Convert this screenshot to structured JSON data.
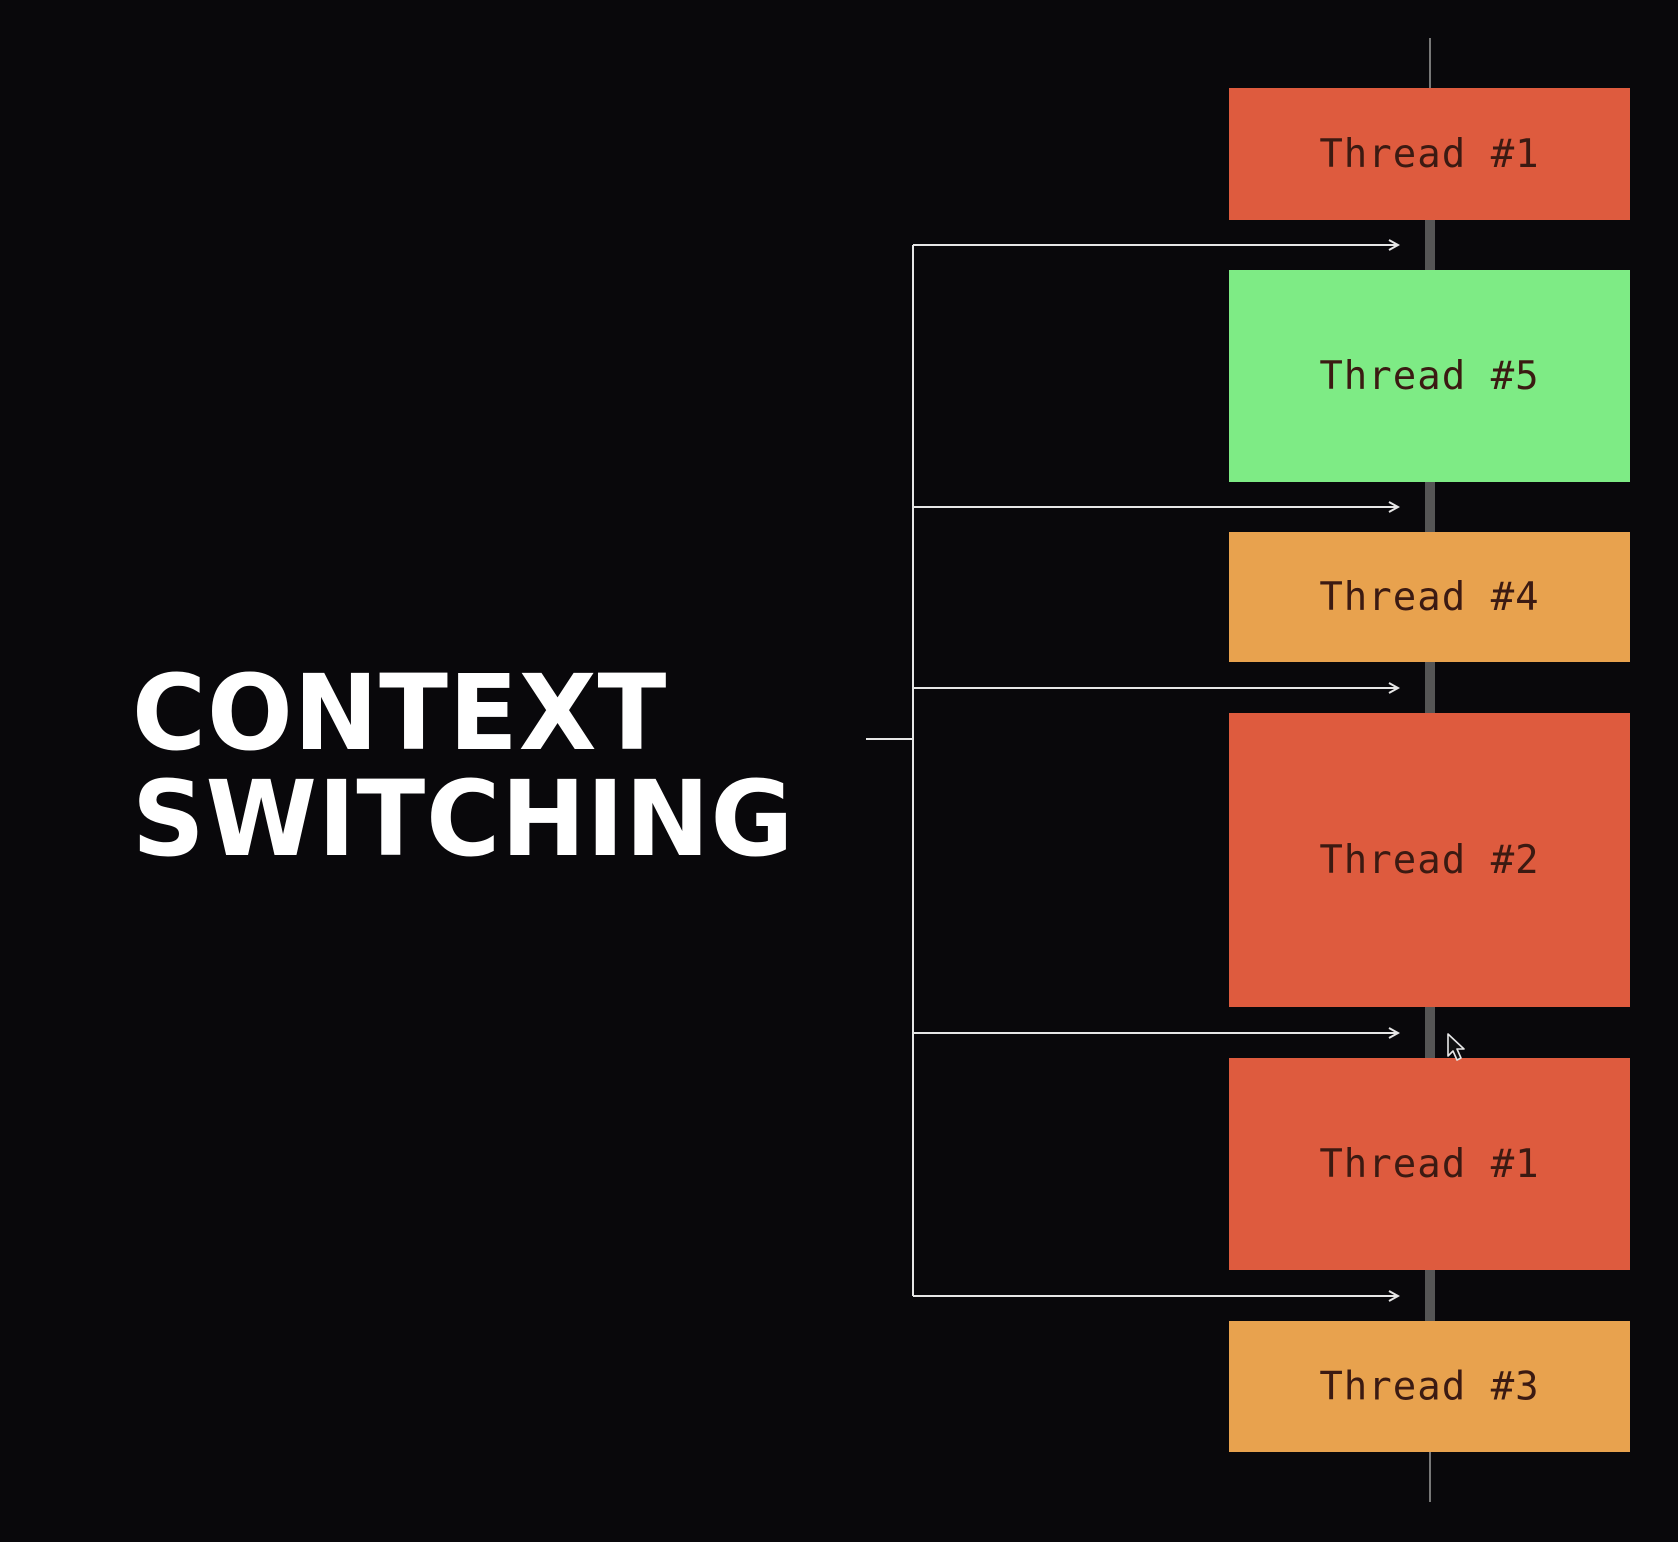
{
  "title": {
    "line1": "CONTEXT",
    "line2": "SWITCHING"
  },
  "timeline": {
    "blocks": [
      {
        "label": "Thread #1",
        "color": "#de5b3e",
        "state": "red"
      },
      {
        "label": "Thread #5",
        "color": "#7eeb85",
        "state": "green"
      },
      {
        "label": "Thread #4",
        "color": "#e8a24e",
        "state": "orange"
      },
      {
        "label": "Thread #2",
        "color": "#de5b3e",
        "state": "red"
      },
      {
        "label": "Thread #1",
        "color": "#de5b3e",
        "state": "red"
      },
      {
        "label": "Thread #3",
        "color": "#e8a24e",
        "state": "orange"
      }
    ],
    "label_color": "#3b1a12"
  },
  "colors": {
    "background": "#09080b",
    "arrow": "#e6e6e6",
    "spine": "#555555"
  },
  "cursor": "mouse-pointer-icon"
}
